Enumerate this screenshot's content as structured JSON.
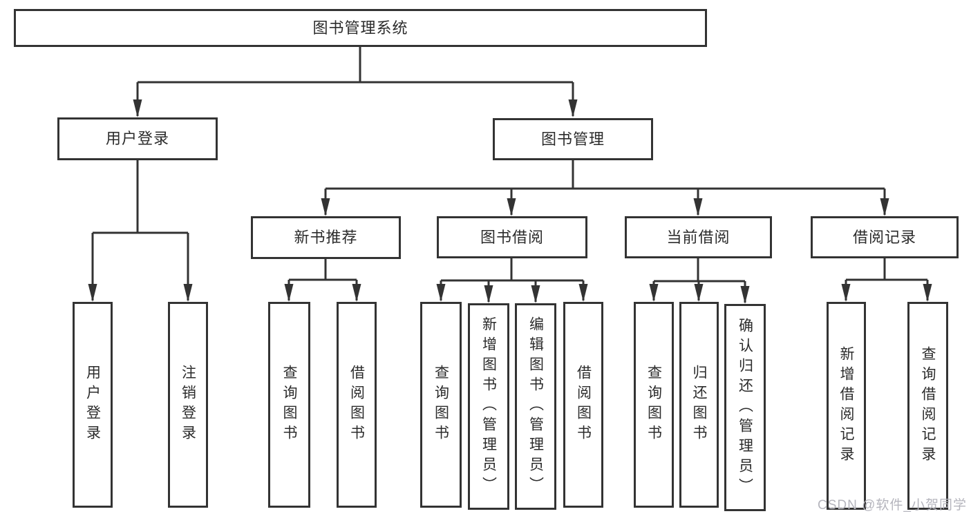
{
  "diagram": {
    "type": "hierarchy-tree",
    "colors": {
      "line": "#333333",
      "box_border": "#333333",
      "box_fill": "#ffffff",
      "text": "#2b2b2b",
      "background": "#ffffff",
      "watermark_text": "#b5b5bd"
    }
  },
  "tree": {
    "label": "图书管理系统",
    "children": [
      {
        "label": "用户登录",
        "children": [
          {
            "label": "用户登录"
          },
          {
            "label": "注销登录"
          }
        ]
      },
      {
        "label": "图书管理",
        "children": [
          {
            "label": "新书推荐",
            "children": [
              {
                "label": "查询图书"
              },
              {
                "label": "借阅图书"
              }
            ]
          },
          {
            "label": "图书借阅",
            "children": [
              {
                "label": "查询图书"
              },
              {
                "label": "新增图书（管理员）"
              },
              {
                "label": "编辑图书（管理员）"
              },
              {
                "label": "借阅图书"
              }
            ]
          },
          {
            "label": "当前借阅",
            "children": [
              {
                "label": "查询图书"
              },
              {
                "label": "归还图书"
              },
              {
                "label": "确认归还（管理员）"
              }
            ]
          },
          {
            "label": "借阅记录",
            "children": [
              {
                "label": "新增借阅记录"
              },
              {
                "label": "查询借阅记录"
              }
            ]
          }
        ]
      }
    ]
  },
  "watermark": "CSDN @软件_小贺同学"
}
